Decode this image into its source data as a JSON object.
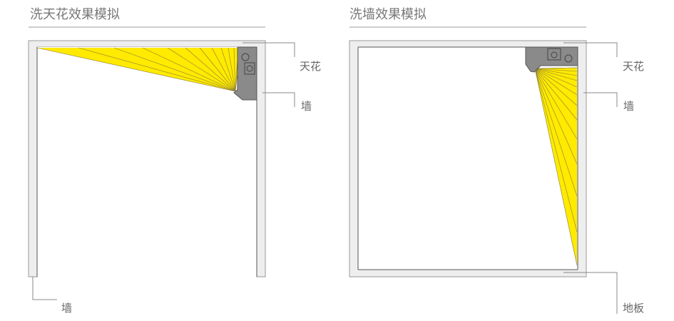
{
  "left": {
    "title": "洗天花效果模拟",
    "label_ceiling": "天花",
    "label_wall": "墙",
    "label_wall_bottom": "墙"
  },
  "right": {
    "title": "洗墙效果模拟",
    "label_ceiling": "天花",
    "label_wall": "墙",
    "label_floor": "地板"
  },
  "colors": {
    "beam": "#ffea00",
    "wall": "#eeeeee",
    "frame": "#888888",
    "fixture": "#8a8a8a"
  }
}
